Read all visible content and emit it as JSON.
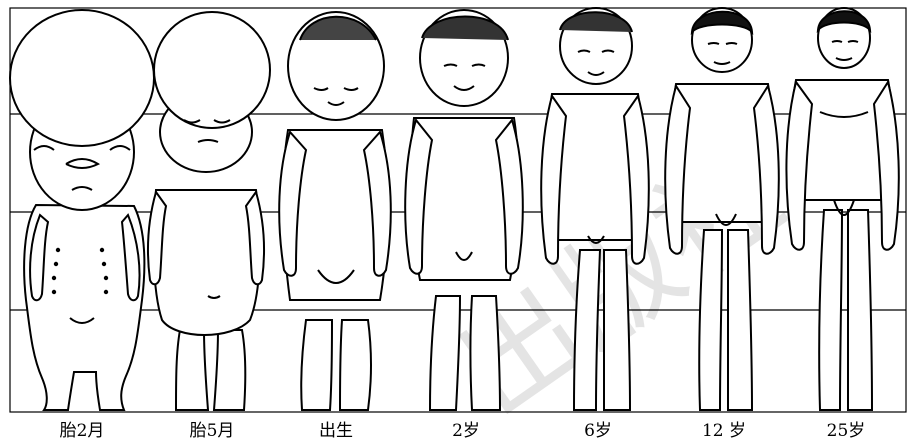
{
  "figure": {
    "stages": [
      {
        "label": "胎2月"
      },
      {
        "label": "胎5月"
      },
      {
        "label": "出生"
      },
      {
        "label": "2岁"
      },
      {
        "label": "6岁"
      },
      {
        "label": "12 岁"
      },
      {
        "label": "25岁"
      }
    ],
    "watermark": "出版社"
  }
}
